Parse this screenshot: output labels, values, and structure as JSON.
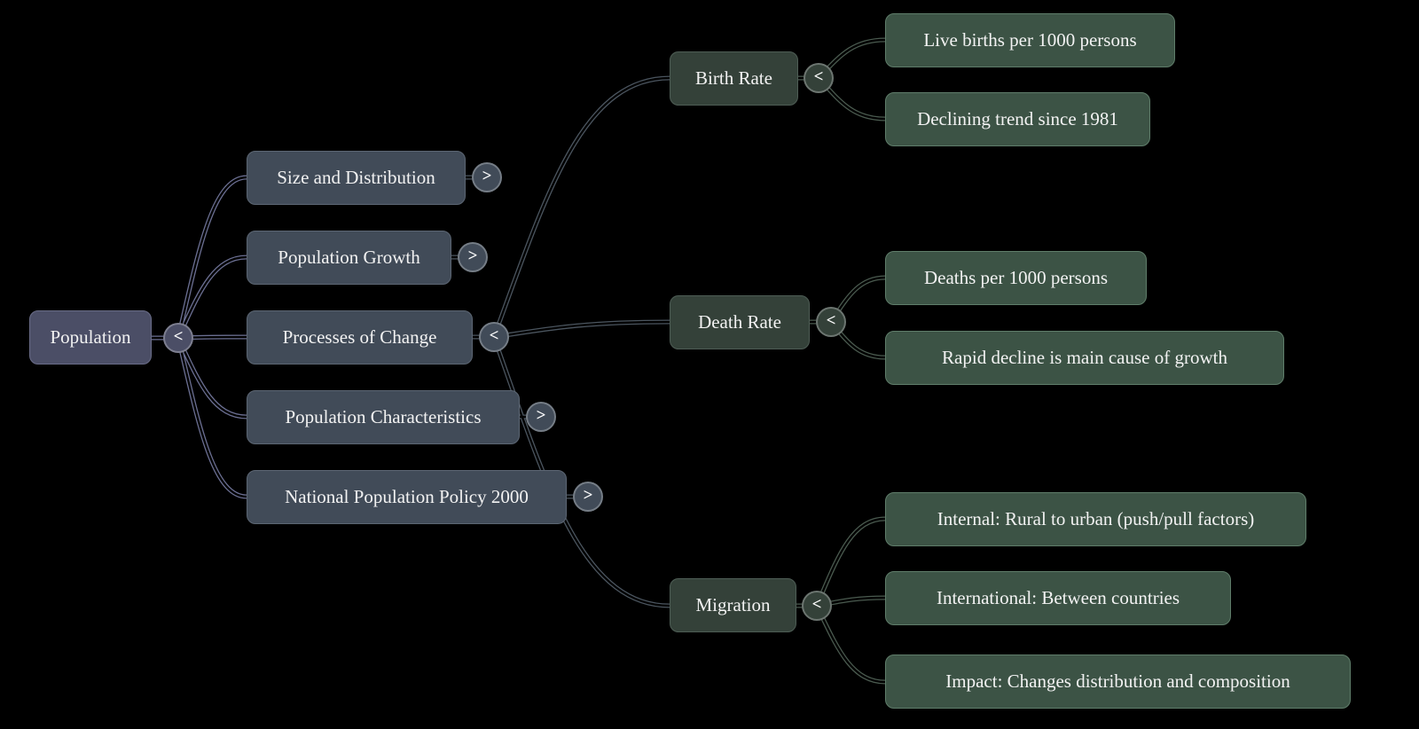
{
  "colors": {
    "background": "#000000",
    "root_fill": "#4b4e66",
    "root_border": "#6a6d88",
    "branch_fill": "#414b58",
    "branch_border": "#5c6673",
    "subtopic_fill": "#344139",
    "subtopic_border": "#4e5d55",
    "leaf_fill": "#3c5345",
    "leaf_border": "#5f7d6a",
    "link_root": "#6b6f92",
    "link_branch": "#4b555f",
    "link_leaf": "#4a5a4f",
    "text": "#f2f2f2"
  },
  "root": {
    "label": "Population",
    "toggle": "<"
  },
  "branches": [
    {
      "label": "Size and Distribution",
      "toggle": ">"
    },
    {
      "label": "Population Growth",
      "toggle": ">"
    },
    {
      "label": "Processes of Change",
      "toggle": "<"
    },
    {
      "label": "Population Characteristics",
      "toggle": ">"
    },
    {
      "label": "National Population Policy 2000",
      "toggle": ">"
    }
  ],
  "subtopics": [
    {
      "label": "Birth Rate",
      "toggle": "<",
      "leaves": [
        "Live births per 1000 persons",
        "Declining trend since 1981"
      ]
    },
    {
      "label": "Death Rate",
      "toggle": "<",
      "leaves": [
        "Deaths per 1000 persons",
        "Rapid decline is main cause of growth"
      ]
    },
    {
      "label": "Migration",
      "toggle": "<",
      "leaves": [
        "Internal: Rural to urban (push/pull factors)",
        "International: Between countries",
        "Impact: Changes distribution and composition"
      ]
    }
  ]
}
